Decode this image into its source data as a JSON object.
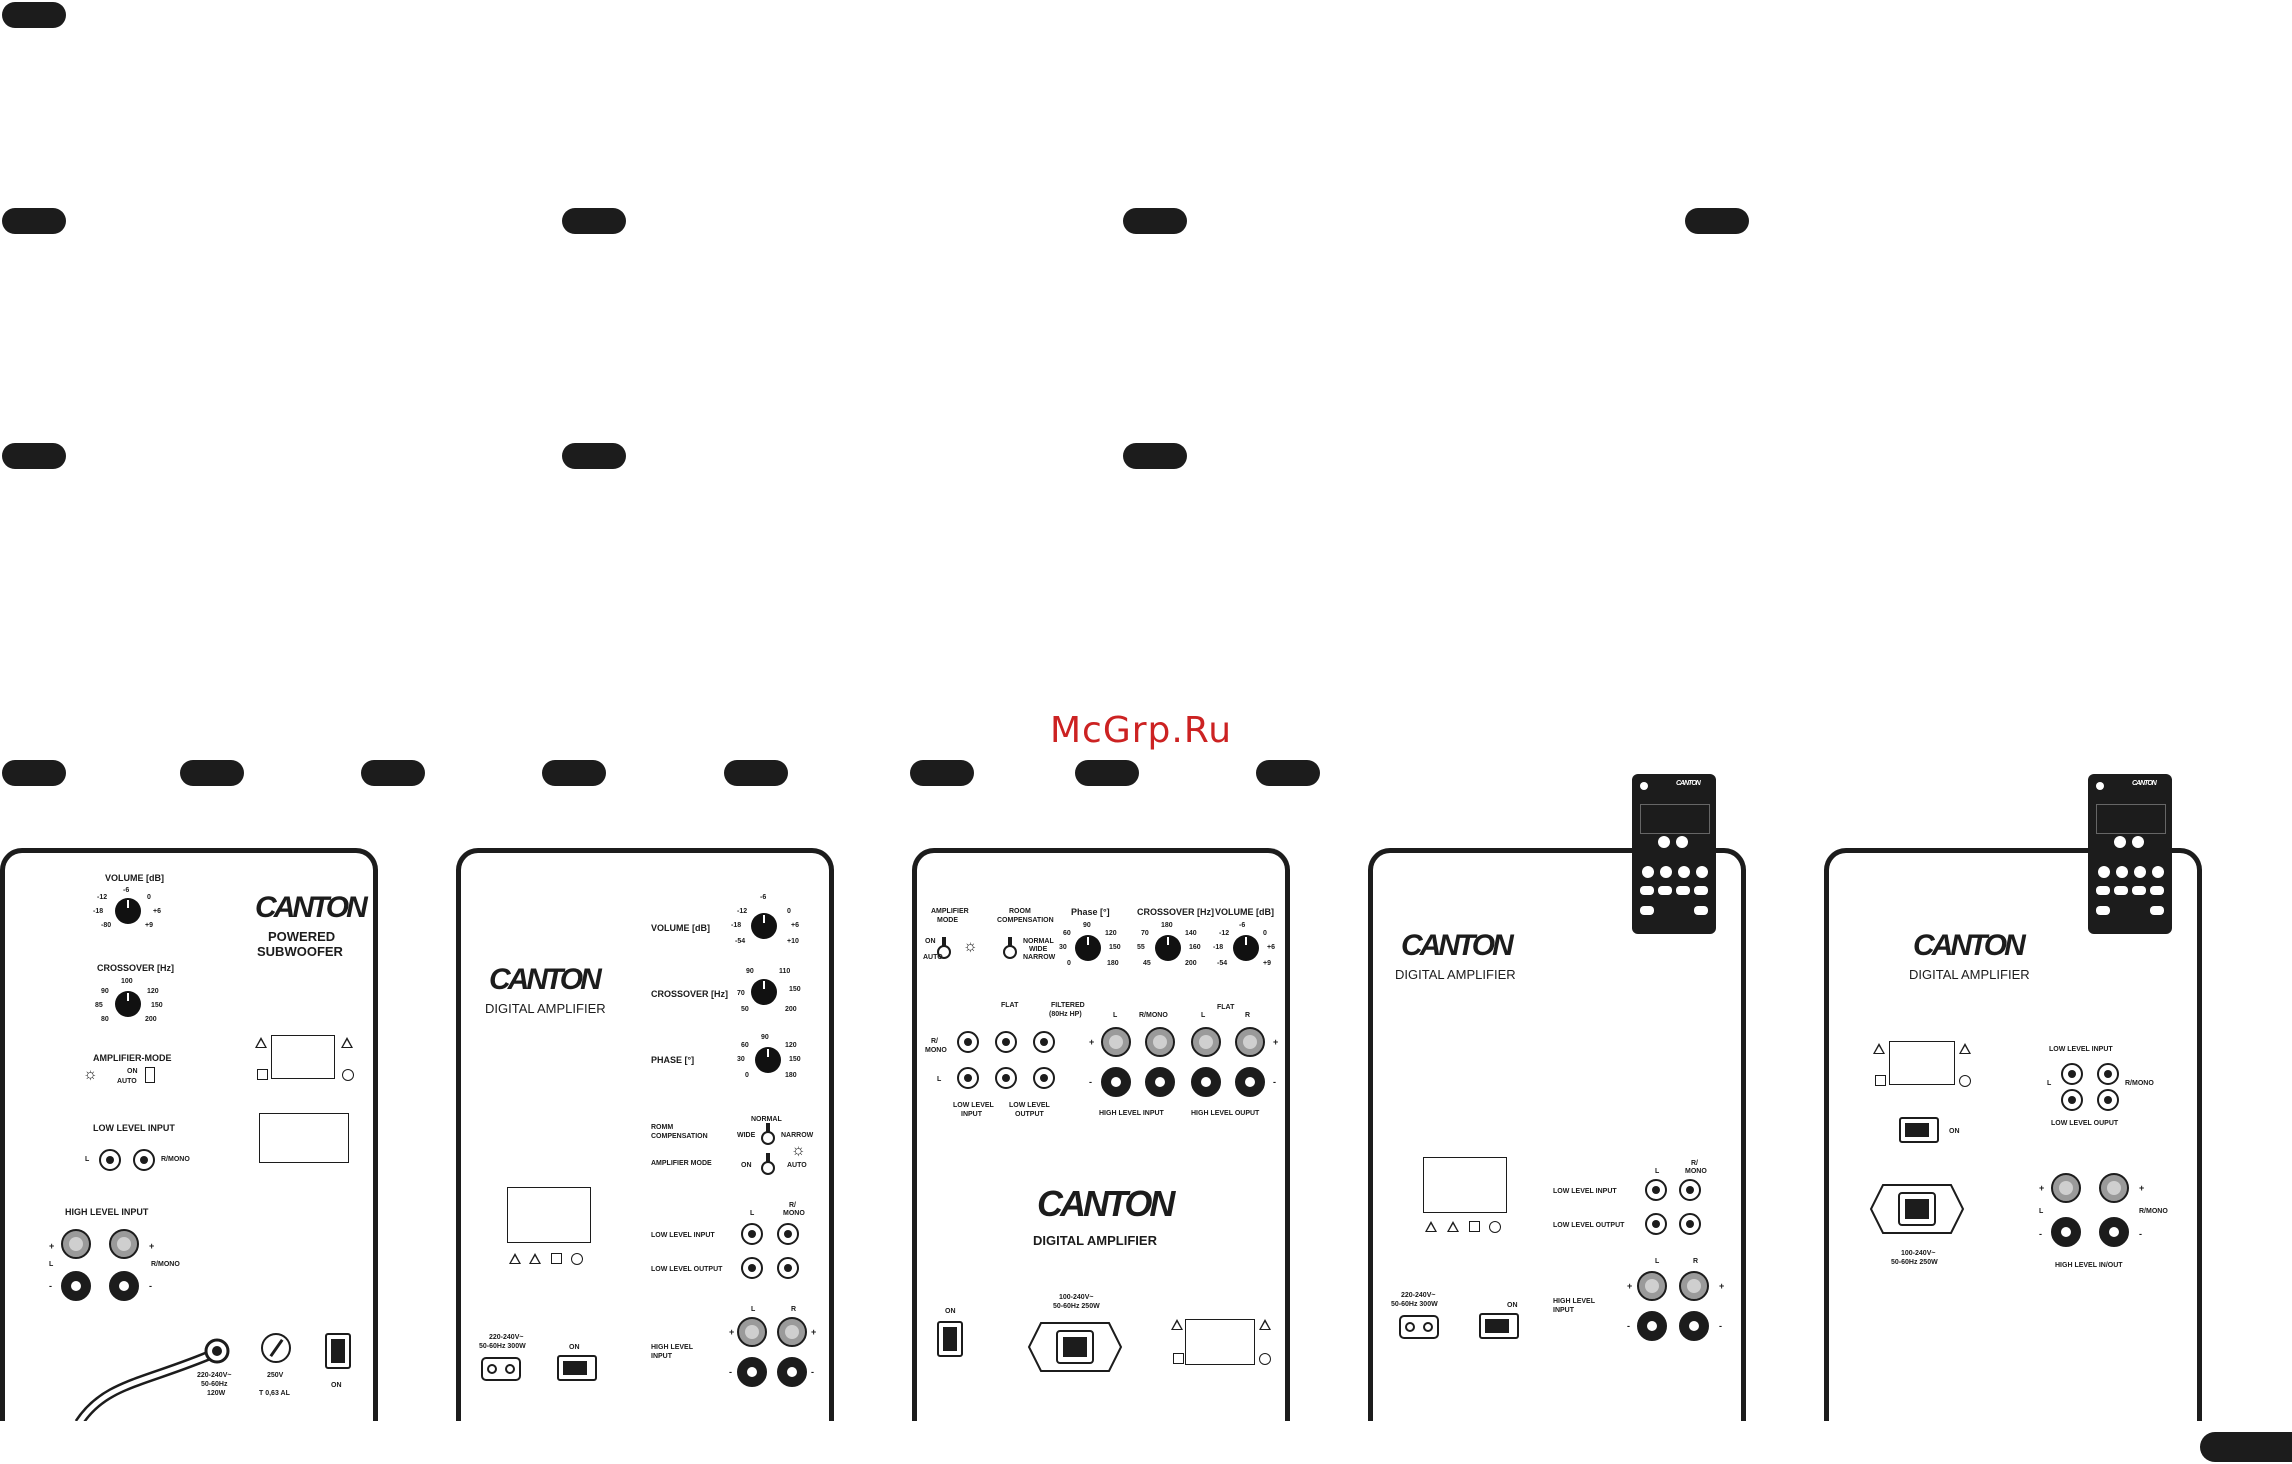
{
  "watermark": "McGrp.Ru",
  "panels": {
    "p1": {
      "logo": "CANTON",
      "subtitle1": "POWERED",
      "subtitle2": "SUBWOOFER",
      "volume_label": "VOLUME [dB]",
      "volume_ticks": [
        "-6",
        "-12",
        "0",
        "-18",
        "+6",
        "-80",
        "+9"
      ],
      "crossover_label": "CROSSOVER [Hz]",
      "crossover_ticks": [
        "100",
        "90",
        "120",
        "85",
        "150",
        "80",
        "200"
      ],
      "amp_mode_label": "AMPLIFIER-MODE",
      "amp_on": "ON",
      "amp_auto": "AUTO",
      "low_level_input": "LOW LEVEL INPUT",
      "l": "L",
      "rmono": "R/MONO",
      "high_level_input": "HIGH LEVEL INPUT",
      "plus": "+",
      "minus": "-",
      "power_spec": [
        "220-240V~",
        "50-60Hz",
        "120W"
      ],
      "fuse_spec": [
        "250V",
        "T 0,63 AL"
      ],
      "on": "ON"
    },
    "p2": {
      "logo": "CANTON",
      "subtitle": "DIGITAL AMPLIFIER",
      "volume_label": "VOLUME [dB]",
      "volume_ticks": [
        "-6",
        "-12",
        "0",
        "-18",
        "+6",
        "-54",
        "+10"
      ],
      "crossover_label": "CROSSOVER [Hz]",
      "crossover_ticks": [
        "90",
        "110",
        "70",
        "150",
        "50",
        "200"
      ],
      "phase_label": "PHASE [°]",
      "phase_ticks": [
        "90",
        "60",
        "120",
        "30",
        "150",
        "0",
        "180"
      ],
      "room_comp_label1": "ROMM",
      "room_comp_label2": "COMPENSATION",
      "room_normal": "NORMAL",
      "room_wide": "WIDE",
      "room_narrow": "NARROW",
      "amp_mode_label": "AMPLIFIER MODE",
      "amp_on": "ON",
      "amp_auto": "AUTO",
      "low_level_input": "LOW LEVEL INPUT",
      "low_level_output": "LOW LEVEL OUTPUT",
      "l": "L",
      "rmono1": "R/",
      "rmono2": "MONO",
      "high_level_input1": "HIGH LEVEL",
      "high_level_input2": "INPUT",
      "r": "R",
      "power_spec": [
        "220-240V~",
        "50-60Hz 300W"
      ],
      "on": "ON"
    },
    "p3": {
      "amp_mode1": "AMPLIFIER",
      "amp_mode2": "MODE",
      "amp_on": "ON",
      "amp_auto": "AUTO",
      "room1": "ROOM",
      "room2": "COMPENSATION",
      "room_normal": "NORMAL",
      "room_wide": "WIDE",
      "room_narrow": "NARROW",
      "phase_label": "Phase [°]",
      "phase_ticks": [
        "90",
        "60",
        "120",
        "30",
        "150",
        "0",
        "180"
      ],
      "crossover_label": "CROSSOVER [Hz]",
      "crossover_ticks": [
        "180",
        "70",
        "140",
        "55",
        "160",
        "45",
        "200"
      ],
      "volume_label": "VOLUME [dB]",
      "volume_ticks": [
        "-6",
        "-12",
        "0",
        "-18",
        "+6",
        "-54",
        "+9"
      ],
      "flat": "FLAT",
      "filtered1": "FILTERED",
      "filtered2": "(80Hz HP)",
      "rmono1": "R/",
      "rmono2": "MONO",
      "l": "L",
      "r": "R",
      "rmono": "R/MONO",
      "low_level_input1": "LOW LEVEL",
      "low_level_input2": "INPUT",
      "low_level_output1": "LOW LEVEL",
      "low_level_output2": "OUTPUT",
      "high_level_input": "HIGH LEVEL INPUT",
      "high_level_output": "HIGH LEVEL OUPUT",
      "logo": "CANTON",
      "subtitle": "DIGITAL AMPLIFIER",
      "on": "ON",
      "power_spec": [
        "100-240V~",
        "50-60Hz   250W"
      ]
    },
    "p4": {
      "logo": "CANTON",
      "subtitle": "DIGITAL AMPLIFIER",
      "low_level_input": "LOW LEVEL INPUT",
      "low_level_output": "LOW LEVEL OUTPUT",
      "l": "L",
      "rmono1": "R/",
      "rmono2": "MONO",
      "high_level_input1": "HIGH LEVEL",
      "high_level_input2": "INPUT",
      "r": "R",
      "power_spec": [
        "220-240V~",
        "50-60Hz 300W"
      ],
      "on": "ON"
    },
    "p5": {
      "logo": "CANTON",
      "subtitle": "DIGITAL AMPLIFIER",
      "low_level_input": "LOW LEVEL INPUT",
      "low_level_output": "LOW LEVEL OUPUT",
      "l": "L",
      "rmono": "R/MONO",
      "on": "ON",
      "power_spec": [
        "100-240V~",
        "50-60Hz   250W"
      ],
      "high_level": "HIGH LEVEL IN/OUT"
    }
  },
  "remote": {
    "logo": "CANTON"
  }
}
